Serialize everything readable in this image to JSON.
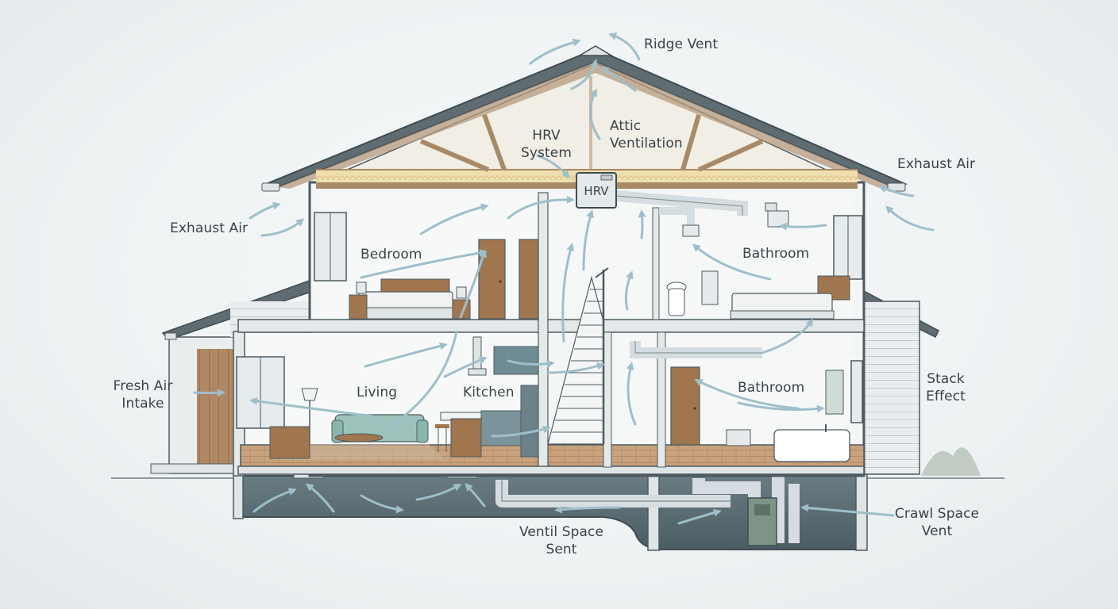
{
  "labels": {
    "ridge_vent": "Ridge Vent",
    "hrv_system": [
      "HRV",
      "System"
    ],
    "attic_ventilation": [
      "Attic",
      "Ventilation"
    ],
    "exhaust_air_left": "Exhaust Air",
    "exhaust_air_right": "Exhaust Air",
    "bedroom": "Bedroom",
    "bathroom_upper": "Bathroom",
    "fresh_air_intake": [
      "Fresh Air",
      "Intake"
    ],
    "living": "Living",
    "kitchen": "Kitchen",
    "bathroom_lower": "Bathroom",
    "stack_effect": [
      "Stack",
      "Effect"
    ],
    "crawl_space_vent": [
      "Crawl Space",
      "Vent"
    ],
    "ventil_space_sent": [
      "Ventil Space",
      "Sent"
    ]
  },
  "hrv_unit": {
    "label": "HRV"
  },
  "colors": {
    "line": "#4d5a60",
    "wall": "#f4f6f6",
    "roof": "#5f6d73",
    "airflow": "#9ebfca",
    "insulation": "#ecd9a0",
    "wood_floor": "#c8a27c",
    "door": "#a0764f",
    "crawl_space": "#55656c",
    "siding": "#b08763"
  }
}
